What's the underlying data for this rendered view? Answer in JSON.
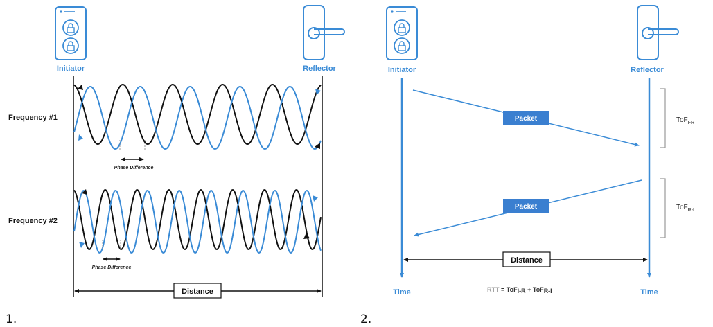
{
  "colors": {
    "blue": "#3a8bd6",
    "black": "#111111",
    "gray": "#9a9a9a",
    "packet": "#3a7fd0"
  },
  "panel1": {
    "number": "1.",
    "initiator_label": "Initiator",
    "reflector_label": "Reflector",
    "freq1_label": "Frequency #1",
    "freq2_label": "Frequency #2",
    "phase_label_1": "Phase Difference",
    "phase_label_2": "Phase Difference",
    "distance_label": "Distance",
    "initiator_icon": "phone-lock-icon",
    "reflector_icon": "door-handle-icon"
  },
  "panel2": {
    "number": "2.",
    "initiator_label": "Initiator",
    "reflector_label": "Reflector",
    "packet_label_1": "Packet",
    "packet_label_2": "Packet",
    "tof1_label": "ToF",
    "tof1_sub": "I-R",
    "tof2_label": "ToF",
    "tof2_sub": "R-I",
    "distance_label": "Distance",
    "time_label_left": "Time",
    "time_label_right": "Time",
    "rtt_prefix": "RTT",
    "rtt_eq": " = ",
    "rtt_tof1": "ToF",
    "rtt_tof1_sub": "I-R",
    "rtt_plus": " + ",
    "rtt_tof2": "ToF",
    "rtt_tof2_sub": "R-I"
  }
}
